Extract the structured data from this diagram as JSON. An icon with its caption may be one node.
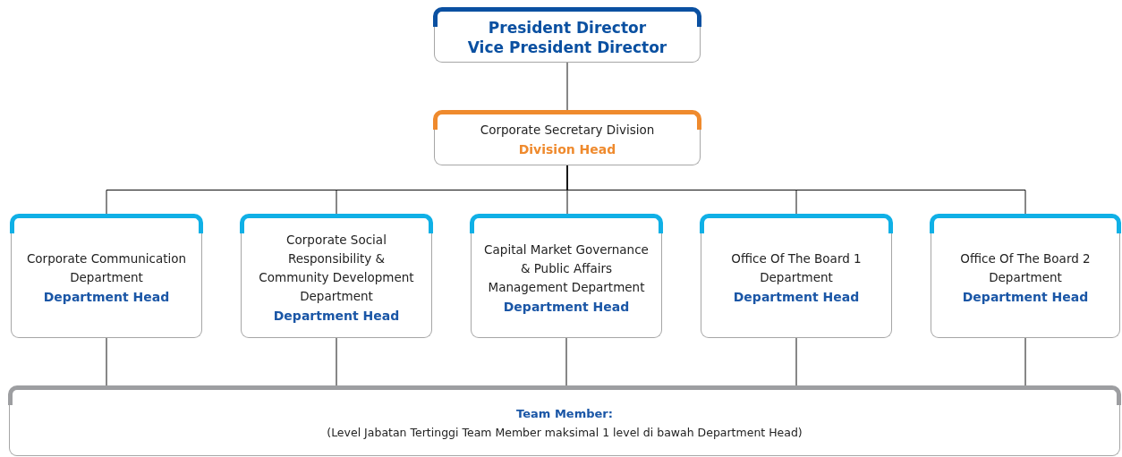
{
  "diagram": {
    "nodes": [
      {
        "text": [
          "President Director",
          "Vice President Director"
        ]
      },
      {
        "text": [
          "Corporate Secretary Division",
          "Division Head"
        ]
      },
      {
        "text": [
          "Corporate Communication Department",
          "Department Head"
        ]
      },
      {
        "text": [
          "Corporate Social Responsibility & Community Development Department",
          "Department Head"
        ]
      },
      {
        "text": [
          "Capital Market Governance & Public Affairs Management Department",
          "Department Head"
        ]
      },
      {
        "text": [
          "Office Of The Board 1 Department",
          "Department Head"
        ]
      },
      {
        "text": [
          "Office Of The Board 2 Department",
          "Department Head"
        ]
      },
      {
        "text": [
          "Team Member:",
          "(Level Jabatan Tertinggi Team Member maksimal 1 level di bawah Department Head)"
        ]
      }
    ],
    "edges": [
      {
        "from": 0,
        "to": 1,
        "arrow": "none"
      },
      {
        "from": 1,
        "to": 2,
        "arrow": "none"
      },
      {
        "from": 1,
        "to": 3,
        "arrow": "none"
      },
      {
        "from": 1,
        "to": 4,
        "arrow": "none"
      },
      {
        "from": 1,
        "to": 5,
        "arrow": "none"
      },
      {
        "from": 1,
        "to": 6,
        "arrow": "none"
      },
      {
        "from": 2,
        "to": 7,
        "arrow": "none"
      },
      {
        "from": 3,
        "to": 7,
        "arrow": "none"
      },
      {
        "from": 4,
        "to": 7,
        "arrow": "none"
      },
      {
        "from": 5,
        "to": 7,
        "arrow": "none"
      },
      {
        "from": 6,
        "to": 7,
        "arrow": "none"
      }
    ]
  }
}
